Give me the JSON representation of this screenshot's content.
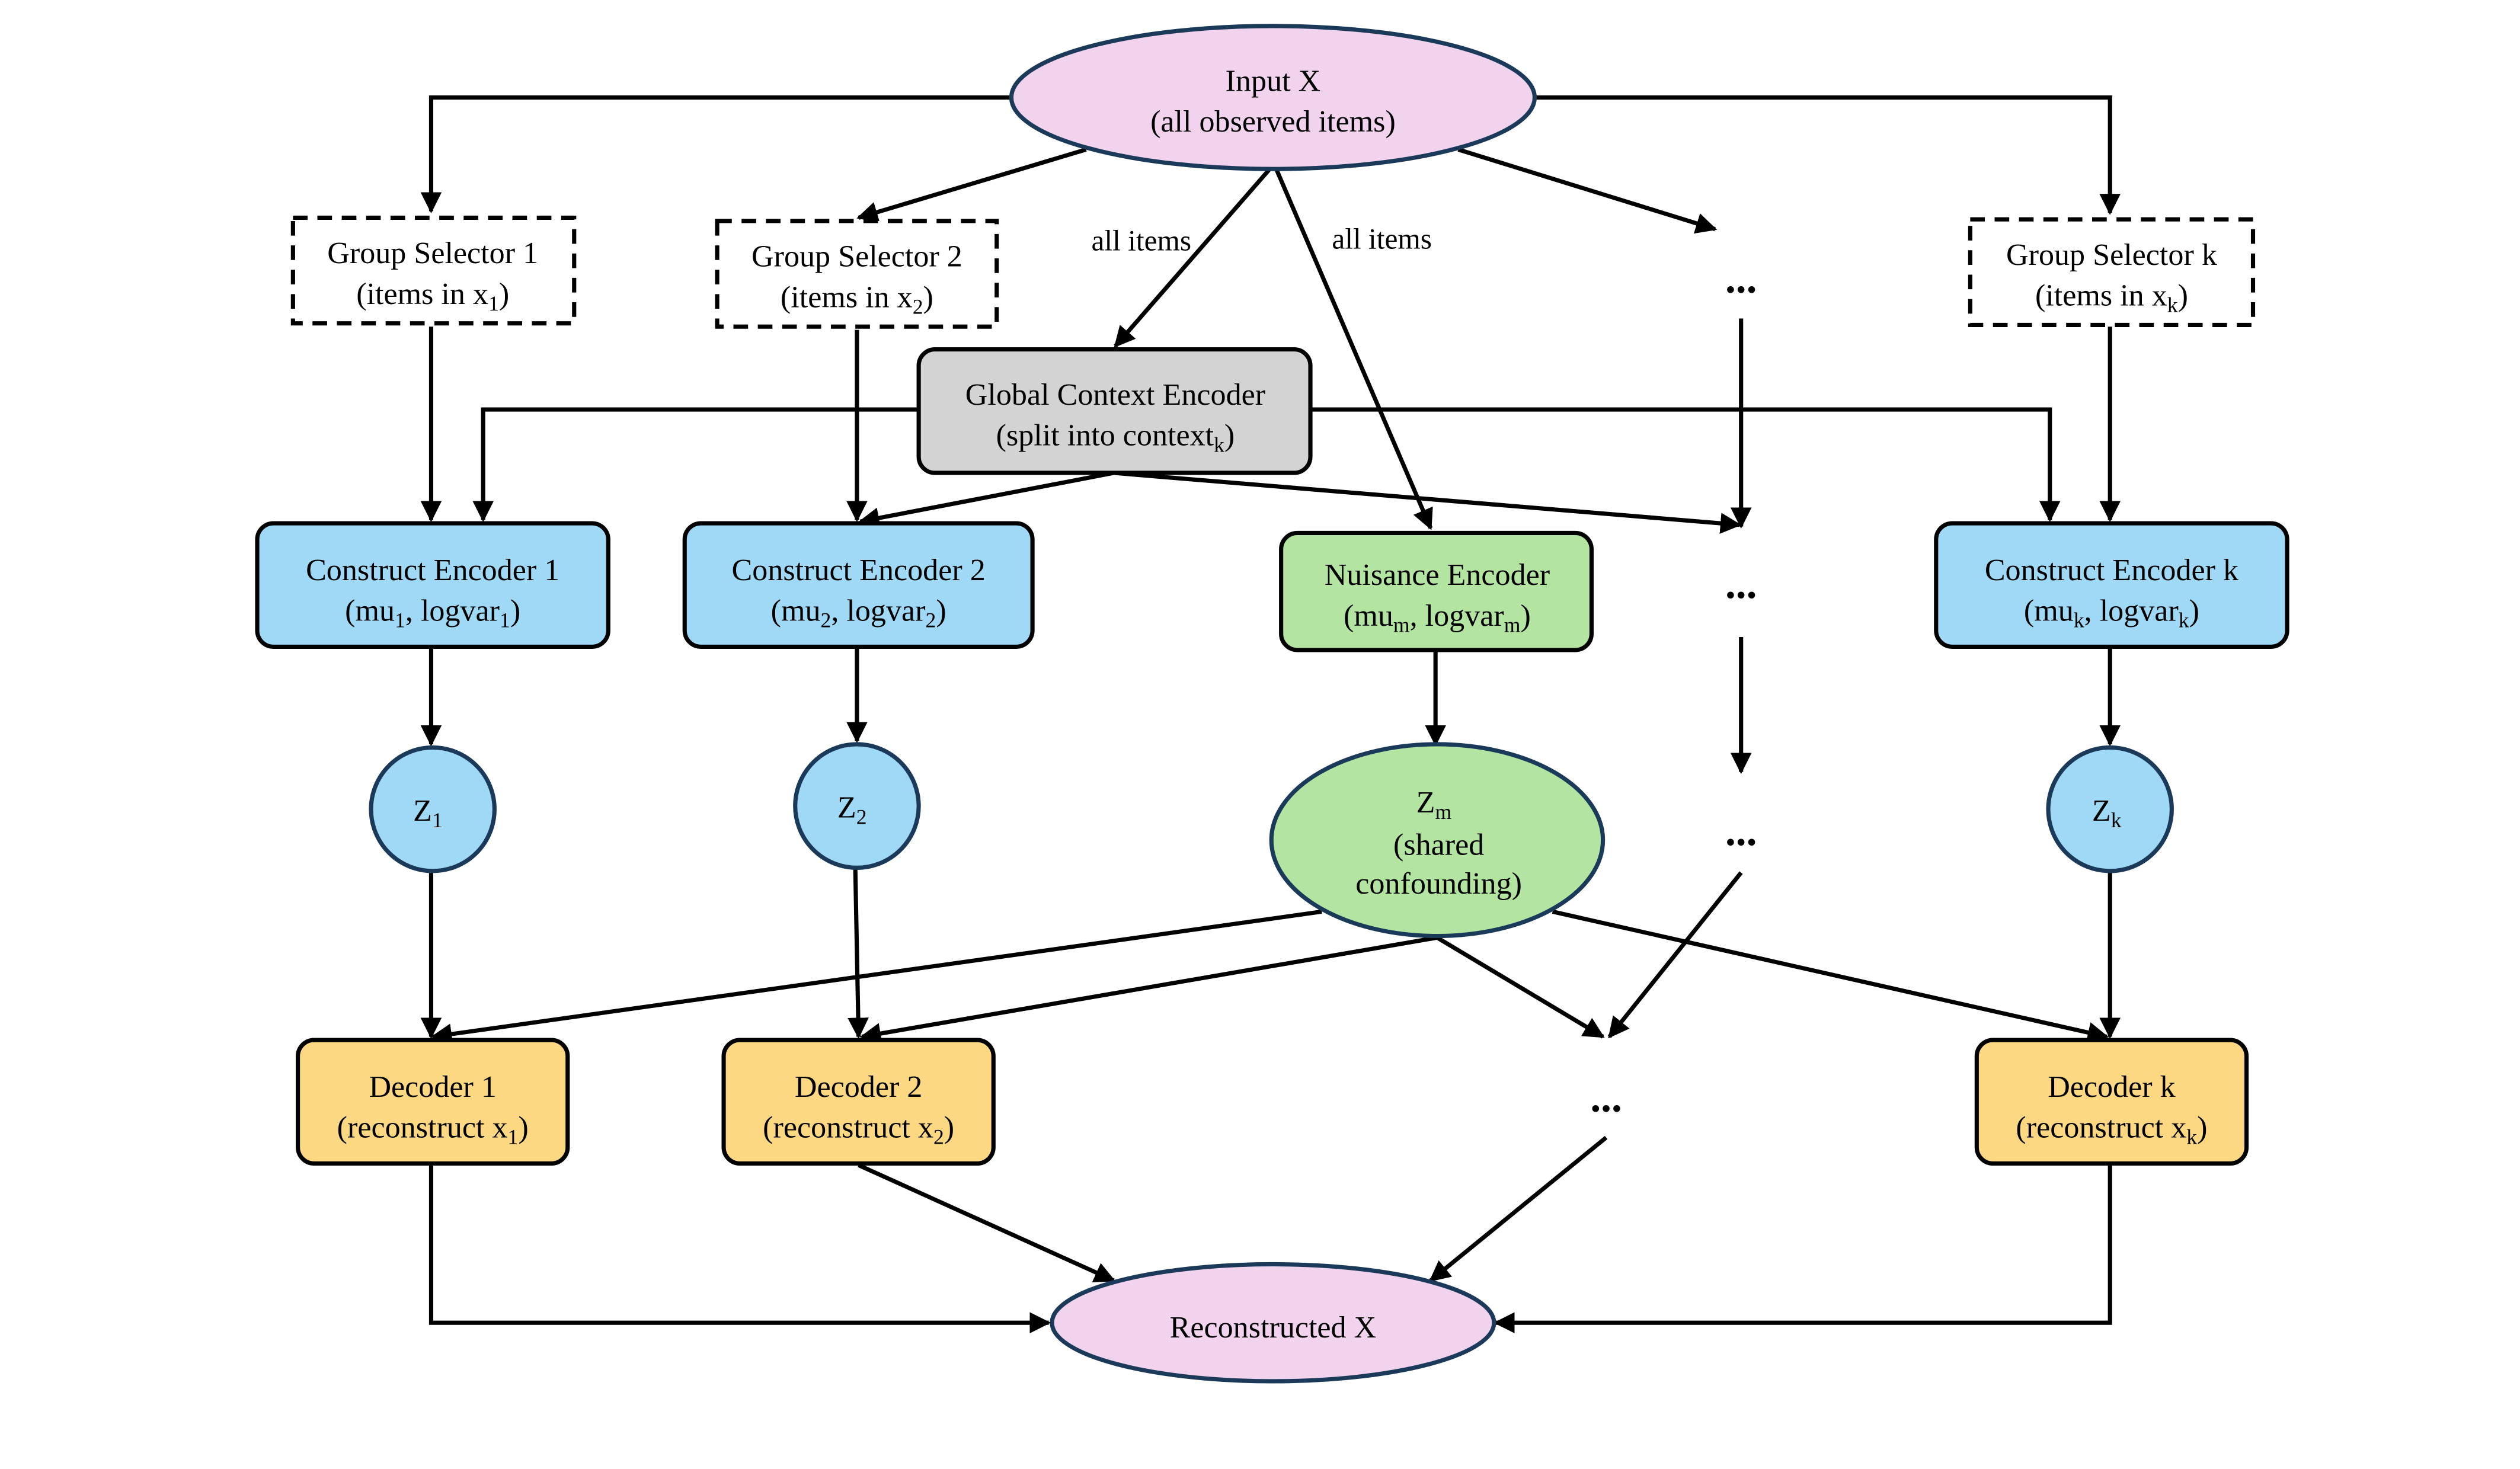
{
  "colors": {
    "input_ellipse": "#f1d3ee",
    "input_stroke": "#1b3a5a",
    "construct": "#9fd9f5",
    "nuisance": "#b3e4a2",
    "global": "#d3d3d3",
    "decoder": "#fcd883",
    "line": "#000000"
  },
  "input": {
    "line1": "Input X",
    "line2": "(all observed items)"
  },
  "edge_labels": {
    "left": "all items",
    "right": "all items"
  },
  "selectors": [
    {
      "line1": "Group Selector 1",
      "line2_pre": "(items in x",
      "sub": "1",
      "line2_post": ")"
    },
    {
      "line1": "Group Selector 2",
      "line2_pre": "(items in x",
      "sub": "2",
      "line2_post": ")"
    },
    {
      "line1": "Group Selector k",
      "line2_pre": "(items in x",
      "sub": "k",
      "line2_post": ")"
    }
  ],
  "global": {
    "line1": "Global Context Encoder",
    "line2_pre": "(split into context",
    "sub": "k",
    "line2_post": ")"
  },
  "encoders": [
    {
      "line1": "Construct Encoder 1",
      "a": "(mu",
      "a_sub": "1",
      "b": ", logvar",
      "b_sub": "1",
      "c": ")"
    },
    {
      "line1": "Construct Encoder 2",
      "a": "(mu",
      "a_sub": "2",
      "b": ", logvar",
      "b_sub": "2",
      "c": ")"
    },
    {
      "line1": "Construct Encoder k",
      "a": "(mu",
      "a_sub": "k",
      "b": ", logvar",
      "b_sub": "k",
      "c": ")"
    }
  ],
  "nuisance": {
    "line1": "Nuisance Encoder",
    "a": "(mu",
    "a_sub": "m",
    "b": ", logvar",
    "b_sub": "m",
    "c": ")"
  },
  "latents": [
    {
      "label": "Z",
      "sub": "1"
    },
    {
      "label": "Z",
      "sub": "2"
    },
    {
      "label": "Z",
      "sub": "k"
    }
  ],
  "nuisance_latent": {
    "label": "Z",
    "sub": "m",
    "line2": "(shared",
    "line3": "confounding)"
  },
  "decoders": [
    {
      "line1": "Decoder 1",
      "line2_pre": "(reconstruct x",
      "sub": "1",
      "line2_post": ")"
    },
    {
      "line1": "Decoder 2",
      "line2_pre": "(reconstruct x",
      "sub": "2",
      "line2_post": ")"
    },
    {
      "line1": "Decoder k",
      "line2_pre": "(reconstruct x",
      "sub": "k",
      "line2_post": ")"
    }
  ],
  "ellipsis": "...",
  "output": {
    "label": "Reconstructed X"
  }
}
